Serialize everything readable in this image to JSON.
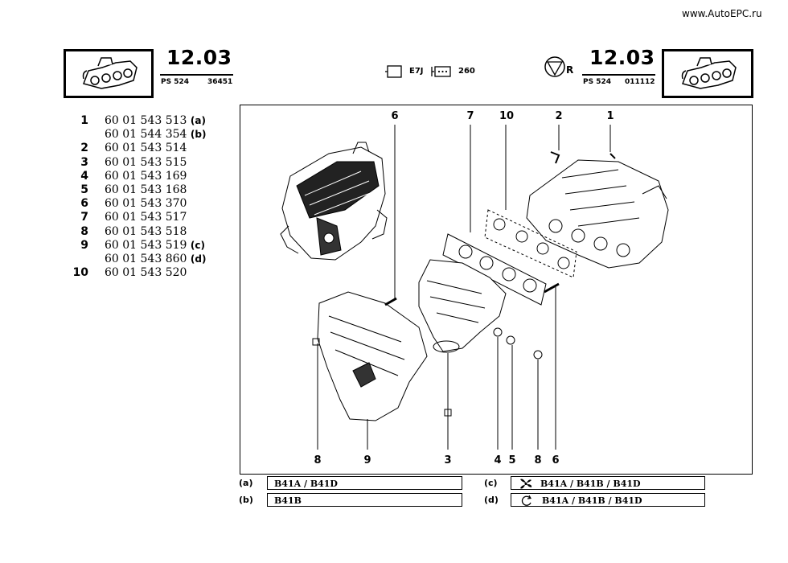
{
  "watermark": "www.AutoEPC.ru",
  "header_left": {
    "section": "12.03",
    "code": "PS 524",
    "ref": "36451"
  },
  "header_center": {
    "engine": "E7J",
    "value": "260"
  },
  "header_right": {
    "marker": "R",
    "section": "12.03",
    "code": "PS 524",
    "ref": "011112"
  },
  "parts": [
    {
      "num": "1",
      "ref": "60 01 543 513",
      "note": "(a)"
    },
    {
      "num": "",
      "ref": "60 01 544 354",
      "note": "(b)"
    },
    {
      "num": "2",
      "ref": "60 01 543 514",
      "note": ""
    },
    {
      "num": "3",
      "ref": "60 01 543 515",
      "note": ""
    },
    {
      "num": "4",
      "ref": "60 01 543 169",
      "note": ""
    },
    {
      "num": "5",
      "ref": "60 01 543 168",
      "note": ""
    },
    {
      "num": "6",
      "ref": "60 01 543 370",
      "note": ""
    },
    {
      "num": "7",
      "ref": "60 01 543 517",
      "note": ""
    },
    {
      "num": "8",
      "ref": "60 01 543 518",
      "note": ""
    },
    {
      "num": "9",
      "ref": "60 01 543 519",
      "note": "(c)"
    },
    {
      "num": "",
      "ref": "60 01 543 860",
      "note": "(d)"
    },
    {
      "num": "10",
      "ref": "60 01 543 520",
      "note": ""
    }
  ],
  "callouts_top": [
    "6",
    "7",
    "10",
    "2",
    "1"
  ],
  "callouts_bottom": [
    "8",
    "9",
    "3",
    "4",
    "5",
    "8",
    "6"
  ],
  "legend": [
    {
      "key": "(a)",
      "text": "B41A / B41D"
    },
    {
      "key": "(b)",
      "text": "B41B"
    },
    {
      "key": "(c)",
      "text": "B41A / B41B / B41D",
      "icon": "fan-icon"
    },
    {
      "key": "(d)",
      "text": "B41A / B41B / B41D",
      "icon": "circular-arrow-icon"
    }
  ]
}
